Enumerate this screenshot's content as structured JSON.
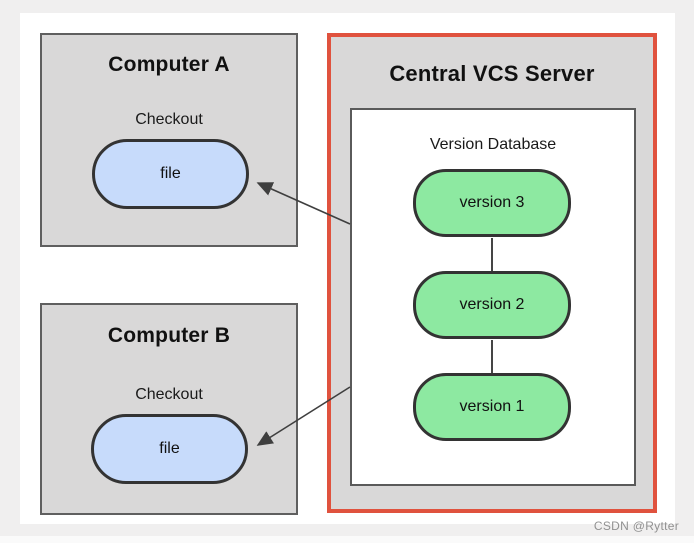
{
  "page": {
    "watermark": "CSDN @Rytter"
  },
  "colors": {
    "page_background": "#f0efef",
    "canvas_background": "#ffffff",
    "box_fill": "#d9d8d8",
    "server_border": "#e0523e",
    "file_pill_fill": "#c7dbfb",
    "version_pill_fill": "#8de9a1",
    "pill_border": "#333333",
    "arrow_color": "#3f3f3f",
    "watermark_color": "#919191"
  },
  "diagram": {
    "computer_a": {
      "title": "Computer A",
      "action_label": "Checkout",
      "file_label": "file"
    },
    "computer_b": {
      "title": "Computer B",
      "action_label": "Checkout",
      "file_label": "file"
    },
    "server": {
      "title": "Central VCS Server",
      "database": {
        "title": "Version Database",
        "versions": [
          "version 3",
          "version 2",
          "version 1"
        ]
      }
    }
  }
}
